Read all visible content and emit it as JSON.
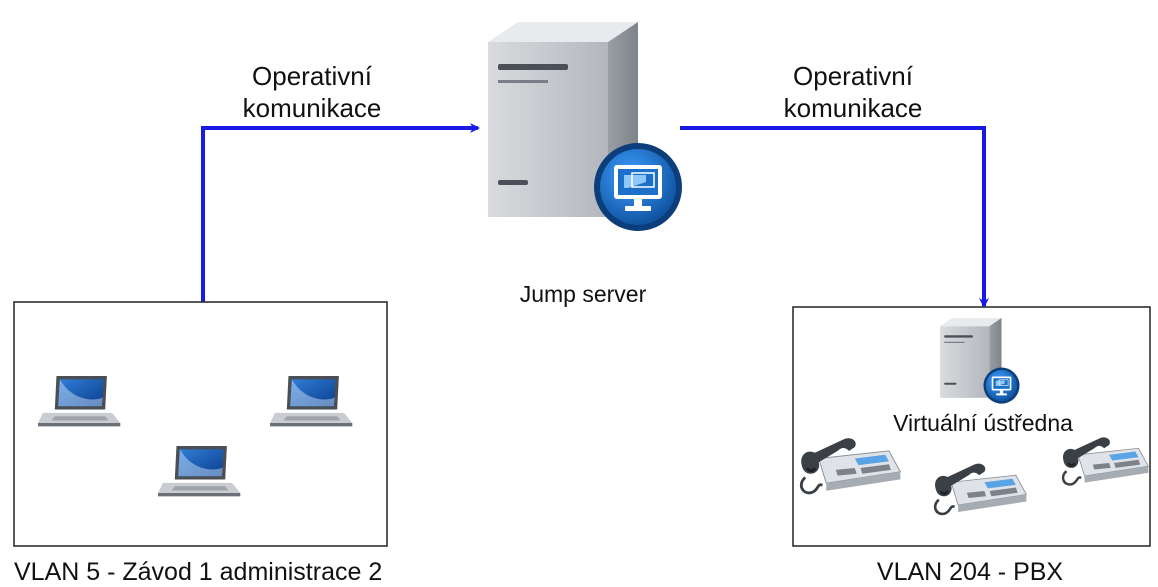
{
  "edges": {
    "left_label": [
      "Operativní",
      "komunikace"
    ],
    "right_label": [
      "Operativní",
      "komunikace"
    ]
  },
  "nodes": {
    "jump_server": {
      "label": "Jump server"
    },
    "virtual_pbx": {
      "label": "Virtuální ústředna"
    }
  },
  "groups": {
    "left": {
      "caption": "VLAN 5 - Závod 1 administrace 2",
      "laptop_icons": [
        "laptop-icon",
        "laptop-icon",
        "laptop-icon"
      ]
    },
    "right": {
      "caption": "VLAN 204 - PBX",
      "phone_icons": [
        "desk-phone-icon",
        "desk-phone-icon",
        "desk-phone-icon"
      ]
    }
  },
  "colors": {
    "connector": "#1a1ae6",
    "box_border": "#222222",
    "server_body": "#b8bcc2",
    "badge": "#1b6fc4"
  }
}
